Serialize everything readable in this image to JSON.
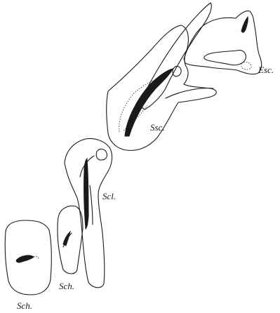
{
  "labels": {
    "esc": "Esc.",
    "ssc": "Ssc.",
    "scl": "Scl.",
    "sch_inner": "Sch.",
    "sch_outer": "Sch."
  }
}
